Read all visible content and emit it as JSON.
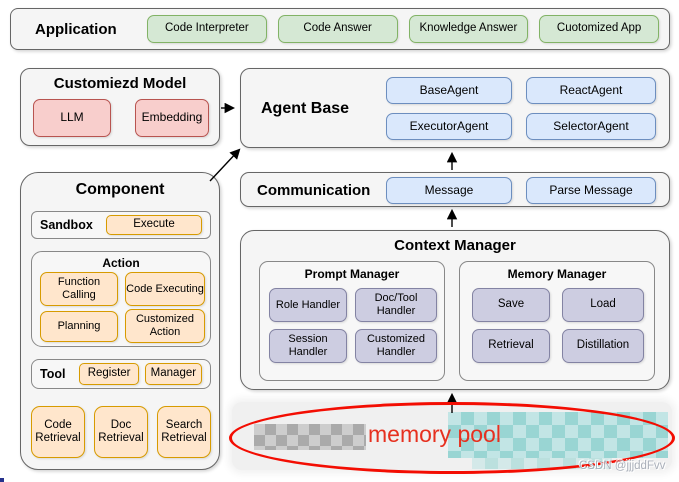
{
  "application": {
    "label": "Application",
    "items": [
      "Code Interpreter",
      "Code Answer",
      "Knowledge Answer",
      "Cuotomized App"
    ]
  },
  "customized_model": {
    "title": "Customiezd Model",
    "items": [
      "LLM",
      "Embedding"
    ]
  },
  "agent_base": {
    "title": "Agent Base",
    "items": [
      "BaseAgent",
      "ReactAgent",
      "ExecutorAgent",
      "SelectorAgent"
    ]
  },
  "communication": {
    "title": "Communication",
    "items": [
      "Message",
      "Parse Message"
    ]
  },
  "context_manager": {
    "title": "Context Manager",
    "prompt_manager": {
      "title": "Prompt Manager",
      "items": [
        "Role Handler",
        "Doc/Tool Handler",
        "Session Handler",
        "Customized Handler"
      ]
    },
    "memory_manager": {
      "title": "Memory Manager",
      "items": [
        "Save",
        "Load",
        "Retrieval",
        "Distillation"
      ]
    }
  },
  "component": {
    "title": "Component",
    "sandbox": {
      "label": "Sandbox",
      "items": [
        "Execute"
      ]
    },
    "action": {
      "title": "Action",
      "items": [
        "Function Calling",
        "Code Executing",
        "Planning",
        "Customized Action"
      ]
    },
    "tool": {
      "label": "Tool",
      "items": [
        "Register",
        "Manager"
      ]
    },
    "retrieval_items": [
      "Code Retrieval",
      "Doc Retrieval",
      "Search Retrieval"
    ]
  },
  "memory_pool": {
    "label": "memory pool"
  },
  "watermark": "CSDN @jjjddFvv",
  "colors": {
    "green_fill": "#d5e8d4",
    "green_border": "#82b366",
    "pink_fill": "#f8cecc",
    "pink_border": "#b85450",
    "blue_fill": "#dae8fc",
    "blue_border": "#6c8ebf",
    "orange_fill": "#ffe6cc",
    "orange_border": "#d79b00",
    "purple_fill": "#cdcde1",
    "purple_border": "#8383a3",
    "annotation_ellipse_red": "#f30d02",
    "memory_pool_text_red": "#e6301f"
  }
}
